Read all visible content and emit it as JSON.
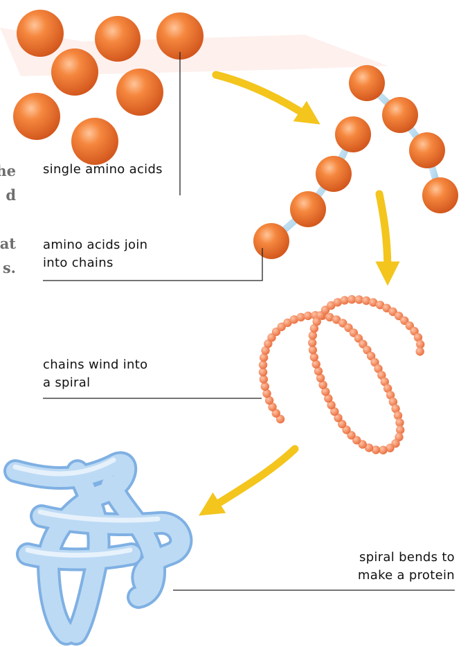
{
  "labels": {
    "single": [
      "single amino acids"
    ],
    "join": [
      "amino acids join",
      "into chains"
    ],
    "spiral": [
      "chains wind into",
      "a spiral"
    ],
    "protein": [
      "spiral bends to",
      "make a protein"
    ]
  },
  "side_text_fragments": [
    "he",
    "d",
    "",
    "at",
    "s."
  ],
  "colors": {
    "ball": "#ef7a33",
    "ball_dark": "#d6561a",
    "bead": "#f0865a",
    "link": "#b9dcef",
    "arrow": "#f3c51d",
    "protein": "#a9cdf0",
    "protein_dark": "#7fb0e3",
    "side_text": "#6e6e6e",
    "leader_line": "#222222"
  },
  "icons": [
    "amino-acid-ball",
    "peptide-bond-link",
    "flow-arrow",
    "protein-tube"
  ]
}
